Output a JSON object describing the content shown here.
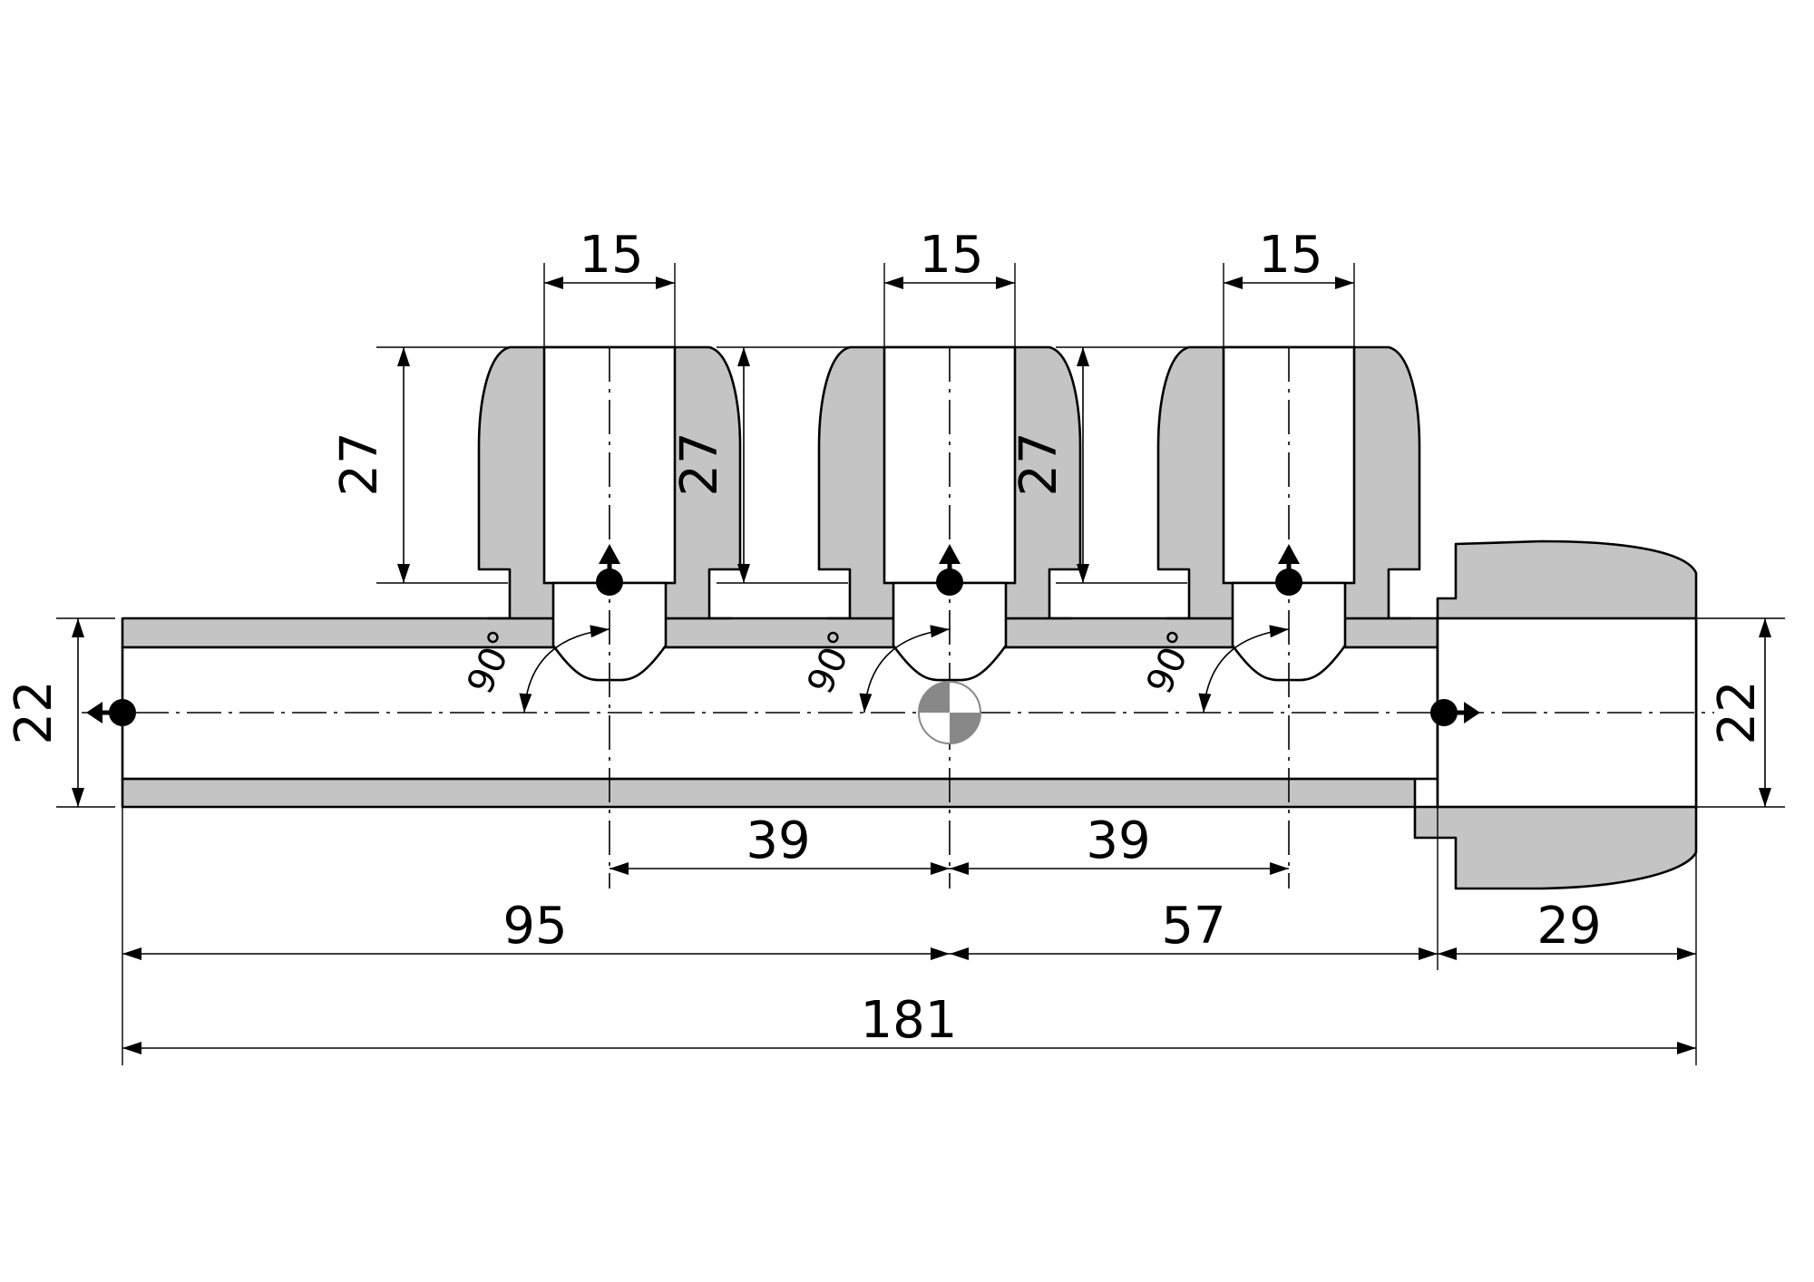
{
  "drawing": {
    "widths": [
      "15",
      "15",
      "15"
    ],
    "heights": [
      "27",
      "27",
      "27"
    ],
    "angles": [
      "90°",
      "90°",
      "90°"
    ],
    "pipe_left": "22",
    "pipe_right": "22",
    "spacing": [
      "39",
      "39"
    ],
    "segments": [
      "95",
      "57",
      "29"
    ],
    "total": "181"
  }
}
